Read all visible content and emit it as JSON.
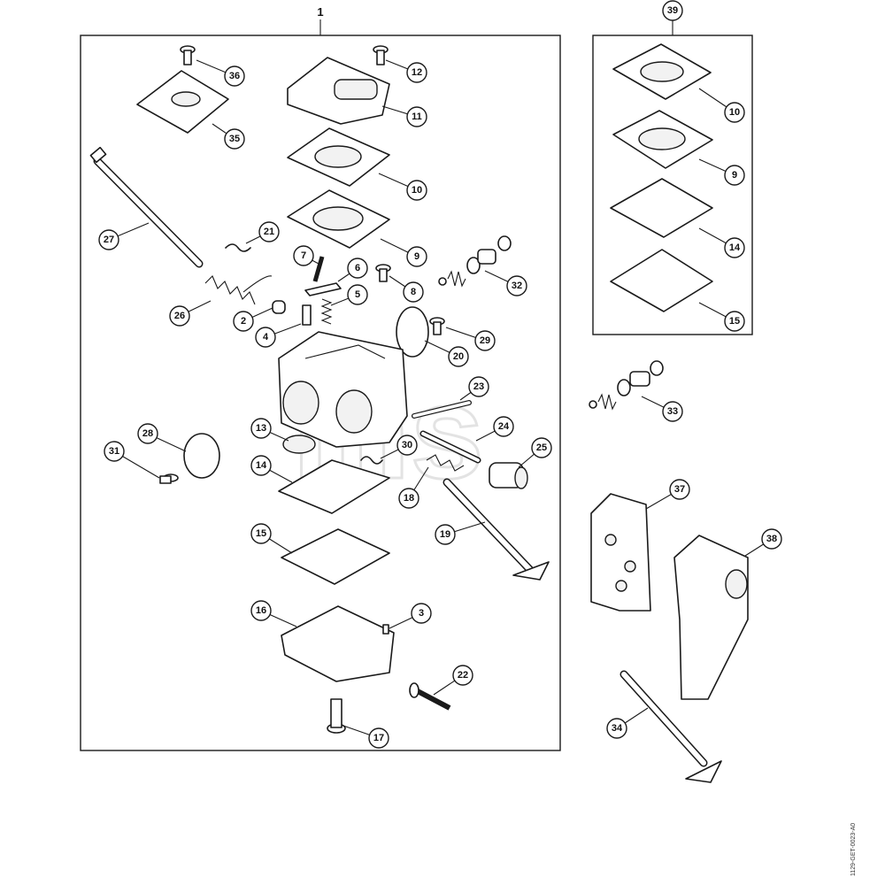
{
  "diagram": {
    "main_assembly_label": "1",
    "kit_label": "39",
    "reference_code": "1129-GET-0023-A0",
    "watermark": "ms",
    "callouts": [
      {
        "id": "c36",
        "label": "36"
      },
      {
        "id": "c35",
        "label": "35"
      },
      {
        "id": "c12",
        "label": "12"
      },
      {
        "id": "c11",
        "label": "11"
      },
      {
        "id": "c10a",
        "label": "10"
      },
      {
        "id": "c9a",
        "label": "9"
      },
      {
        "id": "c27",
        "label": "27"
      },
      {
        "id": "c21",
        "label": "21"
      },
      {
        "id": "c7",
        "label": "7"
      },
      {
        "id": "c6",
        "label": "6"
      },
      {
        "id": "c8",
        "label": "8"
      },
      {
        "id": "c5",
        "label": "5"
      },
      {
        "id": "c26",
        "label": "26"
      },
      {
        "id": "c2",
        "label": "2"
      },
      {
        "id": "c4",
        "label": "4"
      },
      {
        "id": "c32",
        "label": "32"
      },
      {
        "id": "c29",
        "label": "29"
      },
      {
        "id": "c20",
        "label": "20"
      },
      {
        "id": "c23",
        "label": "23"
      },
      {
        "id": "c24",
        "label": "24"
      },
      {
        "id": "c25",
        "label": "25"
      },
      {
        "id": "c13",
        "label": "13"
      },
      {
        "id": "c30",
        "label": "30"
      },
      {
        "id": "c28",
        "label": "28"
      },
      {
        "id": "c31",
        "label": "31"
      },
      {
        "id": "c14a",
        "label": "14"
      },
      {
        "id": "c18",
        "label": "18"
      },
      {
        "id": "c19",
        "label": "19"
      },
      {
        "id": "c15a",
        "label": "15"
      },
      {
        "id": "c16",
        "label": "16"
      },
      {
        "id": "c3",
        "label": "3"
      },
      {
        "id": "c22",
        "label": "22"
      },
      {
        "id": "c17",
        "label": "17"
      },
      {
        "id": "c10b",
        "label": "10"
      },
      {
        "id": "c9b",
        "label": "9"
      },
      {
        "id": "c14b",
        "label": "14"
      },
      {
        "id": "c15b",
        "label": "15"
      },
      {
        "id": "c33",
        "label": "33"
      },
      {
        "id": "c37",
        "label": "37"
      },
      {
        "id": "c38",
        "label": "38"
      },
      {
        "id": "c34",
        "label": "34"
      }
    ]
  }
}
